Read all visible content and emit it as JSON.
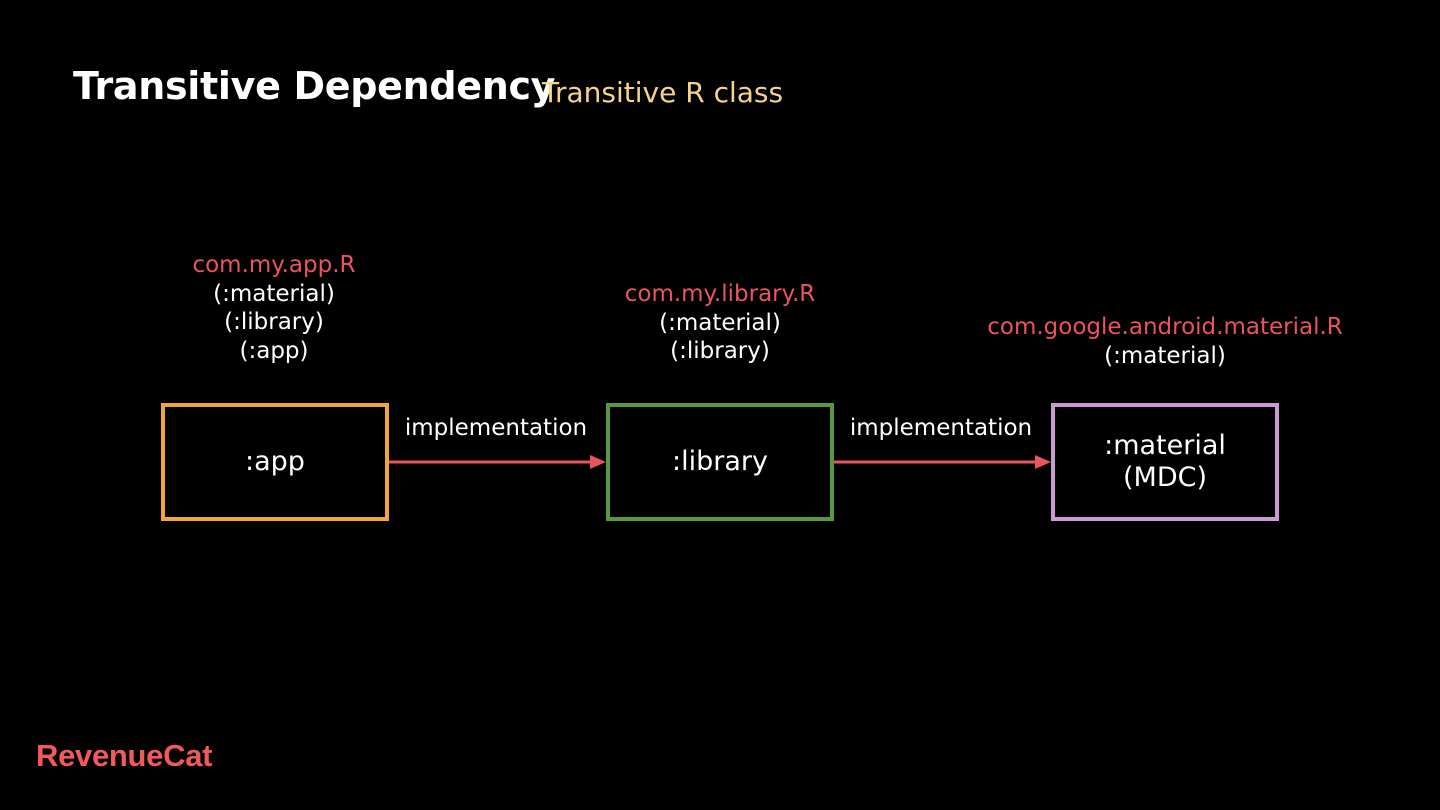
{
  "header": {
    "title": "Transitive Dependency",
    "subtitle": "Transitive R class"
  },
  "colors": {
    "background": "#000000",
    "subtitle": "#f5d38a",
    "r_class": "#e9555b",
    "arrow": "#e9555b",
    "app_border": "#f2a53c",
    "library_border": "#5a9a3e",
    "material_border": "#c99bd0",
    "logo": "#f25a5a"
  },
  "modules": [
    {
      "name": ":app",
      "sub": "",
      "r_class": "com.my.app.R",
      "r_deps": [
        "(:material)",
        "(:library)",
        "(:app)"
      ]
    },
    {
      "name": ":library",
      "sub": "",
      "r_class": "com.my.library.R",
      "r_deps": [
        "(:material)",
        "(:library)"
      ]
    },
    {
      "name": ":material",
      "sub": "(MDC)",
      "r_class": "com.google.android.material.R",
      "r_deps": [
        "(:material)"
      ]
    }
  ],
  "edges": [
    {
      "from": ":app",
      "to": ":library",
      "label": "implementation"
    },
    {
      "from": ":library",
      "to": ":material",
      "label": "implementation"
    }
  ],
  "footer": {
    "logo_text": "RevenueCat"
  }
}
